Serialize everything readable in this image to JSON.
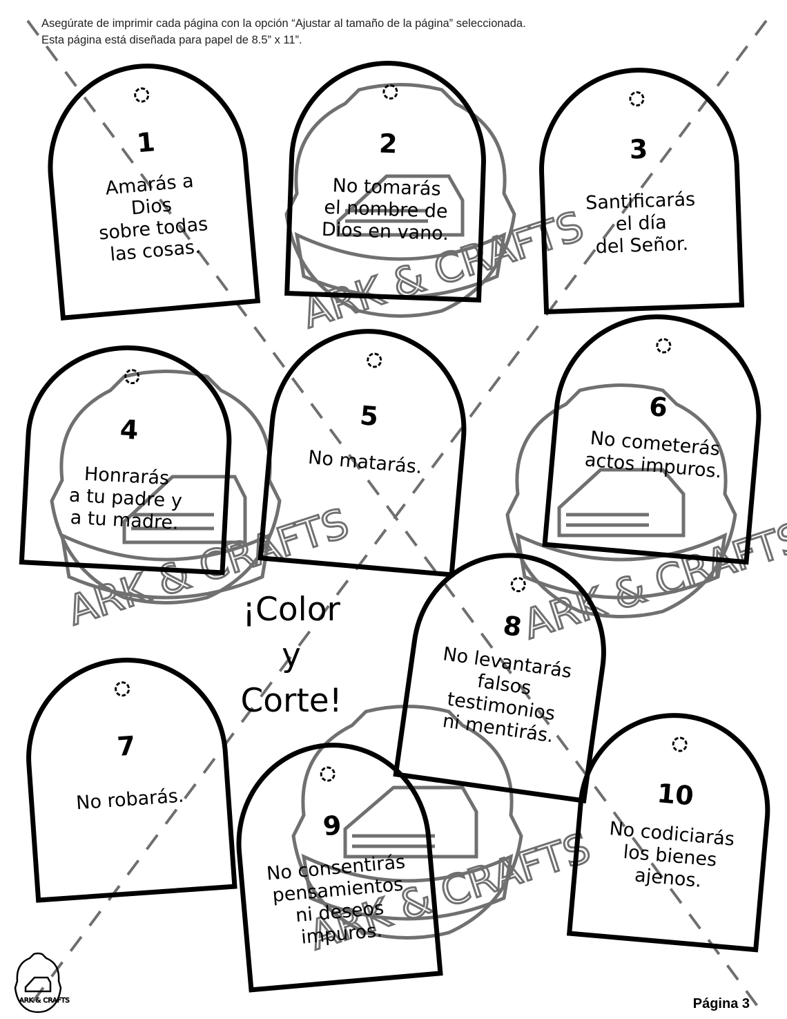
{
  "instructions": {
    "line1": "Asegúrate de imprimir cada página con la opción “Ajustar al tamaño de la página” seleccionada.",
    "line2": "Esta página está diseñada para papel de 8.5” x 11”."
  },
  "watermark_text": "ARK & CRAFTS",
  "tabs": [
    {
      "number": "1",
      "text": "Amarás a\nDios\nsobre todas\nlas cosas."
    },
    {
      "number": "2",
      "text": "No tomarás\nel nombre de\nDios en vano."
    },
    {
      "number": "3",
      "text": "Santificarás\nel día\ndel Señor."
    },
    {
      "number": "4",
      "text": "Honrarás\na tu padre y\na tu madre."
    },
    {
      "number": "5",
      "text": "No matarás."
    },
    {
      "number": "6",
      "text": "No cometerás\nactos impuros."
    },
    {
      "number": "7",
      "text": "No robarás."
    },
    {
      "number": "8",
      "text": "No levantarás\nfalsos\ntestimonios\nni mentirás."
    },
    {
      "number": "9",
      "text": "No consentirás\npensamientos\nni deseos\nimpuros."
    },
    {
      "number": "10",
      "text": "No codiciarás\nlos bienes\najenos."
    }
  ],
  "headline": "¡Color\ny\nCorte!",
  "footer": {
    "logo_text": "ARK & CRAFTS",
    "page_label": "Página 3"
  }
}
